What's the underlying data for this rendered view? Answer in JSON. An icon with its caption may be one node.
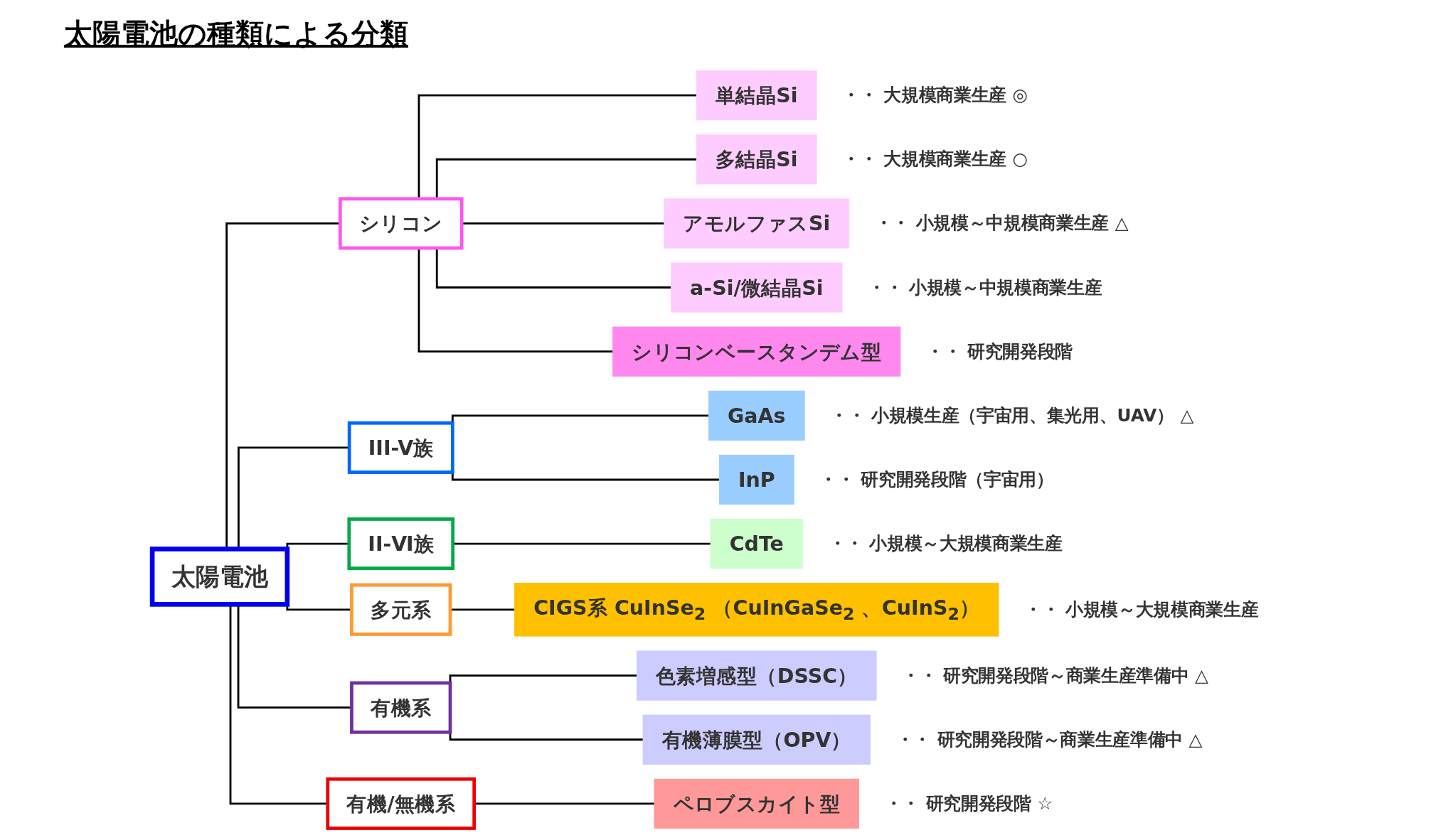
{
  "diagram": {
    "title": "太陽電池の種類による分類",
    "nodes": [
      {
        "text": [
          "太陽電池"
        ]
      },
      {
        "text": [
          "シリコン"
        ]
      },
      {
        "text": [
          "単結晶Si"
        ],
        "beside": [
          "・・ 大規模商業生産 ◎"
        ]
      },
      {
        "text": [
          "多結晶Si"
        ],
        "beside": [
          "・・ 大規模商業生産 ○"
        ]
      },
      {
        "text": [
          "アモルファスSi"
        ],
        "beside": [
          "・・ 小規模～中規模商業生産 △"
        ]
      },
      {
        "text": [
          "a-Si/微結晶Si"
        ],
        "beside": [
          "・・ 小規模～中規模商業生産"
        ]
      },
      {
        "text": [
          "シリコンベースタンデム型"
        ],
        "beside": [
          "・・ 研究開発段階"
        ]
      },
      {
        "text": [
          "III-V族"
        ]
      },
      {
        "text": [
          "GaAs"
        ],
        "beside": [
          "・・ 小規模生産（宇宙用、集光用、UAV） △"
        ]
      },
      {
        "text": [
          "InP"
        ],
        "beside": [
          "・・ 研究開発段階（宇宙用）"
        ]
      },
      {
        "text": [
          "II-Ⅵ族"
        ]
      },
      {
        "text": [
          "CdTe"
        ],
        "beside": [
          "・・ 小規模～大規模商業生産"
        ]
      },
      {
        "text": [
          "多元系"
        ]
      },
      {
        "text": [
          "CIGS系 CuInSe$_{2}$ （CuInGaSe$_{2}$ 、CuInS$_{2}$）"
        ],
        "beside": [
          "・・ 小規模～大規模商業生産"
        ]
      },
      {
        "text": [
          "有機系"
        ]
      },
      {
        "text": [
          "色素増感型（DSSC）"
        ],
        "beside": [
          "・・ 研究開発段階～商業生産準備中 △"
        ]
      },
      {
        "text": [
          "有機薄膜型（OPV）"
        ],
        "beside": [
          "・・ 研究開発段階～商業生産準備中 △"
        ]
      },
      {
        "text": [
          "有機/無機系"
        ]
      },
      {
        "text": [
          "ペロブスカイト型"
        ],
        "beside": [
          "・・ 研究開発段階 ☆"
        ]
      }
    ],
    "edges": [
      {
        "from": 0,
        "to": 1,
        "arrow": "none"
      },
      {
        "from": 0,
        "to": 7,
        "arrow": "none"
      },
      {
        "from": 0,
        "to": 10,
        "arrow": "none"
      },
      {
        "from": 0,
        "to": 12,
        "arrow": "none"
      },
      {
        "from": 0,
        "to": 14,
        "arrow": "none"
      },
      {
        "from": 0,
        "to": 17,
        "arrow": "none"
      },
      {
        "from": 1,
        "to": 2,
        "arrow": "none"
      },
      {
        "from": 1,
        "to": 3,
        "arrow": "none"
      },
      {
        "from": 1,
        "to": 4,
        "arrow": "none"
      },
      {
        "from": 1,
        "to": 5,
        "arrow": "none"
      },
      {
        "from": 1,
        "to": 6,
        "arrow": "none"
      },
      {
        "from": 7,
        "to": 8,
        "arrow": "none"
      },
      {
        "from": 7,
        "to": 9,
        "arrow": "none"
      },
      {
        "from": 10,
        "to": 11,
        "arrow": "none"
      },
      {
        "from": 12,
        "to": 13,
        "arrow": "none"
      },
      {
        "from": 14,
        "to": 15,
        "arrow": "none"
      },
      {
        "from": 14,
        "to": 16,
        "arrow": "none"
      },
      {
        "from": 17,
        "to": 18,
        "arrow": "none"
      }
    ]
  }
}
